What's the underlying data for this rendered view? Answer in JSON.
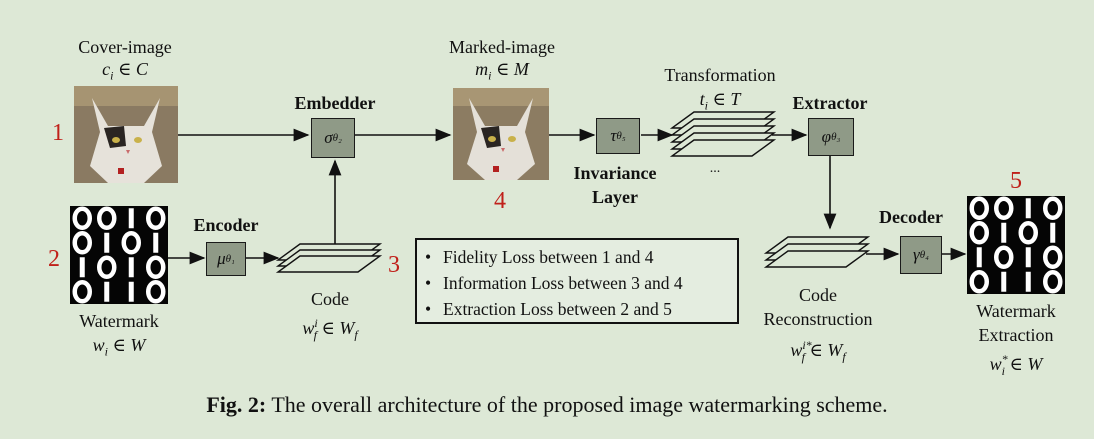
{
  "labels": {
    "cover_title": "Cover-image",
    "cover_math": "c",
    "cover_sub": "i",
    "cover_rest": "∈ C",
    "marked_title": "Marked-image",
    "marked_math": "m",
    "marked_sub": "i",
    "marked_rest": "∈ M",
    "transformation_title": "Transformation",
    "transformation_math": "t",
    "transformation_sub": "i",
    "transformation_rest": "∈ T",
    "embedder": "Embedder",
    "extractor": "Extractor",
    "encoder": "Encoder",
    "decoder": "Decoder",
    "invariance_line1": "Invariance",
    "invariance_line2": "Layer",
    "code": "Code",
    "code_math": "w",
    "code_sup": "i",
    "code_sub": "f",
    "code_rest": "∈ W",
    "code_rest_sub": "f",
    "code_recon_line1": "Code",
    "code_recon_line2": "Reconstruction",
    "code_recon_sup": "i*",
    "watermark": "Watermark",
    "watermark_math": "w",
    "watermark_sub": "i",
    "watermark_rest": "∈ W",
    "watermark_extraction_line1": "Watermark",
    "watermark_extraction_line2": "Extraction",
    "watermark_extraction_sup": "*",
    "ellipsis": "..."
  },
  "operators": {
    "sigma": "σ",
    "sigma_sub": "θ₂",
    "tau": "τ",
    "tau_sub": "θ₅",
    "phi": "φ",
    "phi_sub": "θ₃",
    "mu": "μ",
    "mu_sub": "θ₁",
    "gamma": "γ",
    "gamma_sub": "θ₄"
  },
  "numbers": {
    "n1": "1",
    "n2": "2",
    "n3": "3",
    "n4": "4",
    "n5": "5"
  },
  "watermark_bits": [
    "0010",
    "0101",
    "1010",
    "0110"
  ],
  "losses": [
    "Fidelity Loss between 1 and 4",
    "Information Loss between 3 and 4",
    "Extraction Loss between 2 and 5"
  ],
  "caption": {
    "prefix": "Fig. 2:",
    "text": " The overall architecture of the proposed image watermarking scheme."
  },
  "colors": {
    "background": "#dde8d6",
    "operator_box": "#8f9a87",
    "numeral_red": "#c0201a"
  }
}
